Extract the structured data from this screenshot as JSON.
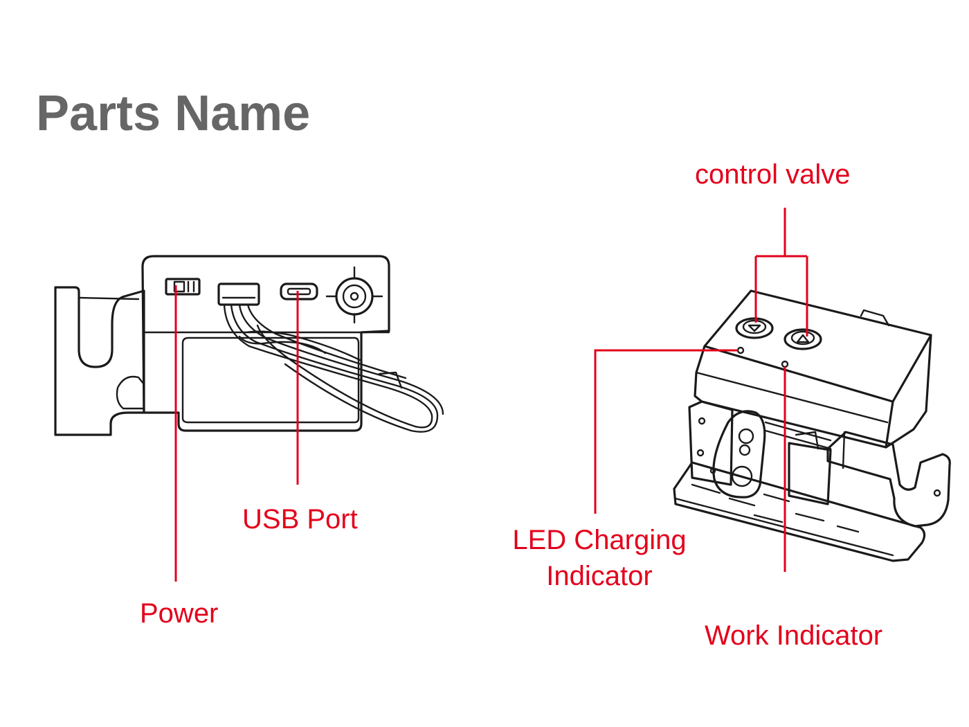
{
  "title": "Parts Name",
  "labels": {
    "power": "Power",
    "usb_port": "USB Port",
    "control_valve": "control valve",
    "led_charging_indicator_line1": "LED Charging",
    "led_charging_indicator_line2": "Indicator",
    "work_indicator": "Work Indicator"
  },
  "colors": {
    "label_color": "#e3001b",
    "title_color": "#666666",
    "line_color": "#1a1a1a"
  }
}
